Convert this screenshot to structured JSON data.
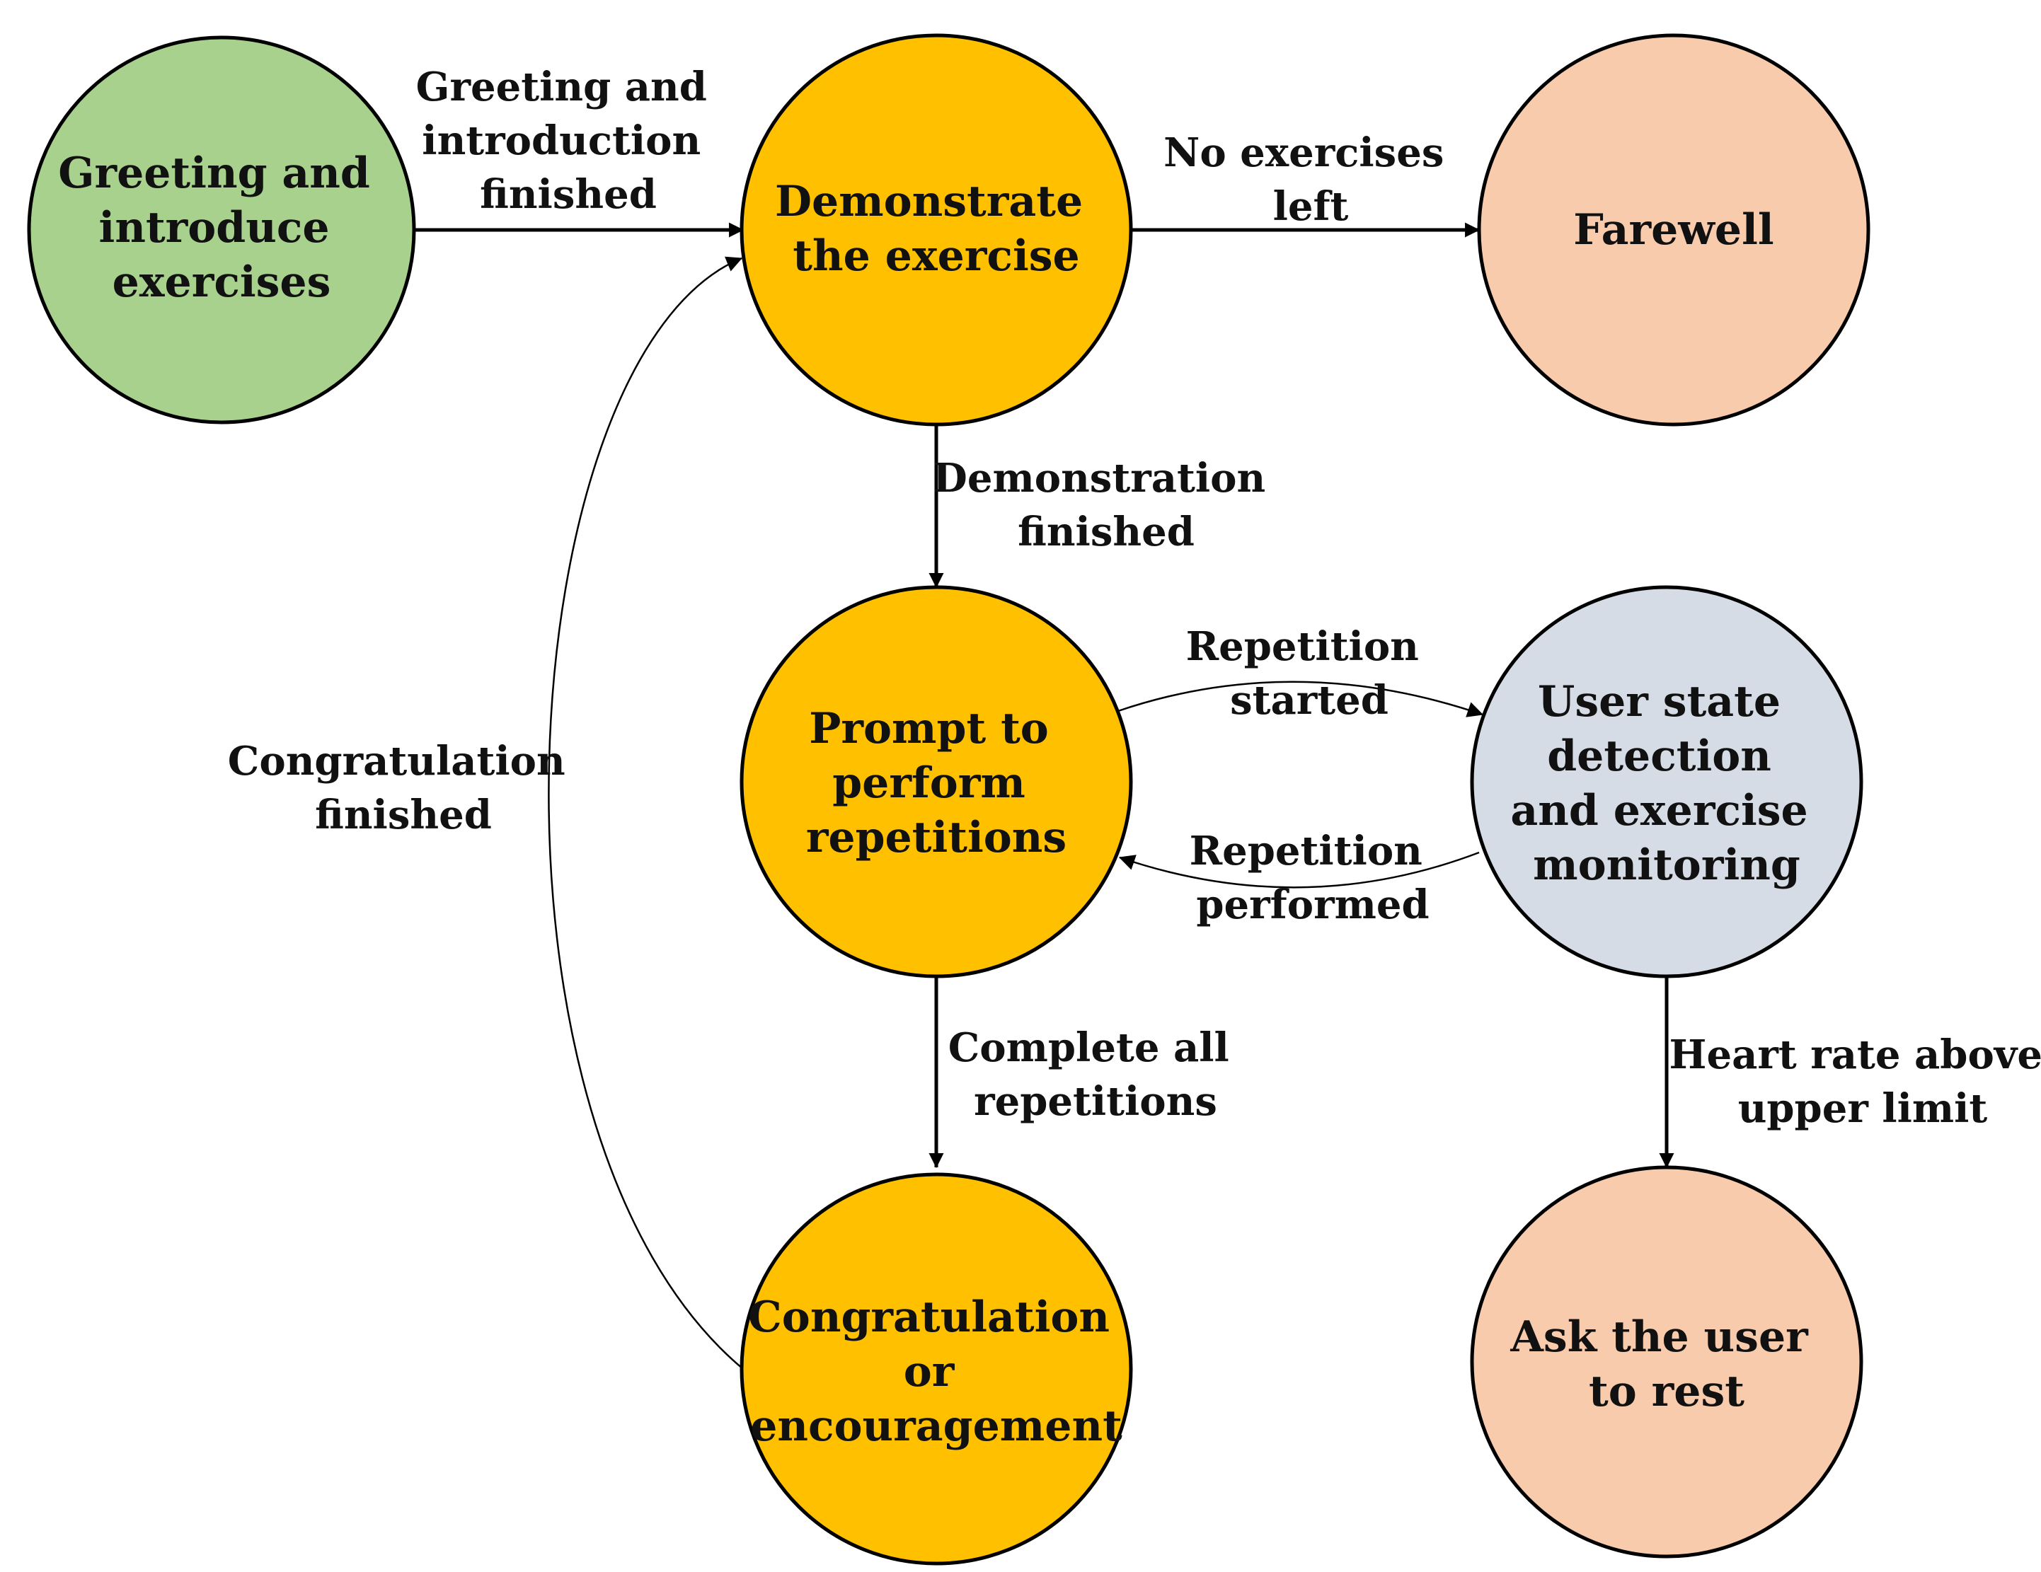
{
  "colors": {
    "start": "#A9D18E",
    "process": "#FFC000",
    "terminal": "#F8CBAD",
    "monitor": "#D6DCE5",
    "line": "#000000"
  },
  "nodes": {
    "greeting": {
      "lines": [
        "Greeting and",
        "introduce",
        "exercises"
      ]
    },
    "demonstrate": {
      "lines": [
        "Demonstrate",
        "the exercise"
      ]
    },
    "farewell": {
      "lines": [
        "Farewell"
      ]
    },
    "prompt": {
      "lines": [
        "Prompt to",
        "perform",
        "repetitions"
      ]
    },
    "monitor": {
      "lines": [
        "User state",
        "detection",
        "and exercise",
        "monitoring"
      ]
    },
    "congrat": {
      "lines": [
        "Congratulation",
        "or",
        "encouragement"
      ]
    },
    "rest": {
      "lines": [
        "Ask the user",
        "to rest"
      ]
    }
  },
  "edges": {
    "intro_finished": {
      "lines": [
        "Greeting and",
        "introduction",
        "finished"
      ]
    },
    "no_exercises": {
      "lines": [
        "No exercises",
        "left"
      ]
    },
    "demo_finished": {
      "lines": [
        "Demonstration",
        "finished"
      ]
    },
    "rep_started": {
      "lines": [
        "Repetition",
        "started"
      ]
    },
    "rep_performed": {
      "lines": [
        "Repetition",
        "performed"
      ]
    },
    "complete_all": {
      "lines": [
        "Complete all",
        "repetitions"
      ]
    },
    "heart_rate": {
      "lines": [
        "Heart rate above",
        "upper limit"
      ]
    },
    "congrat_finished": {
      "lines": [
        "Congratulation",
        "finished"
      ]
    }
  }
}
